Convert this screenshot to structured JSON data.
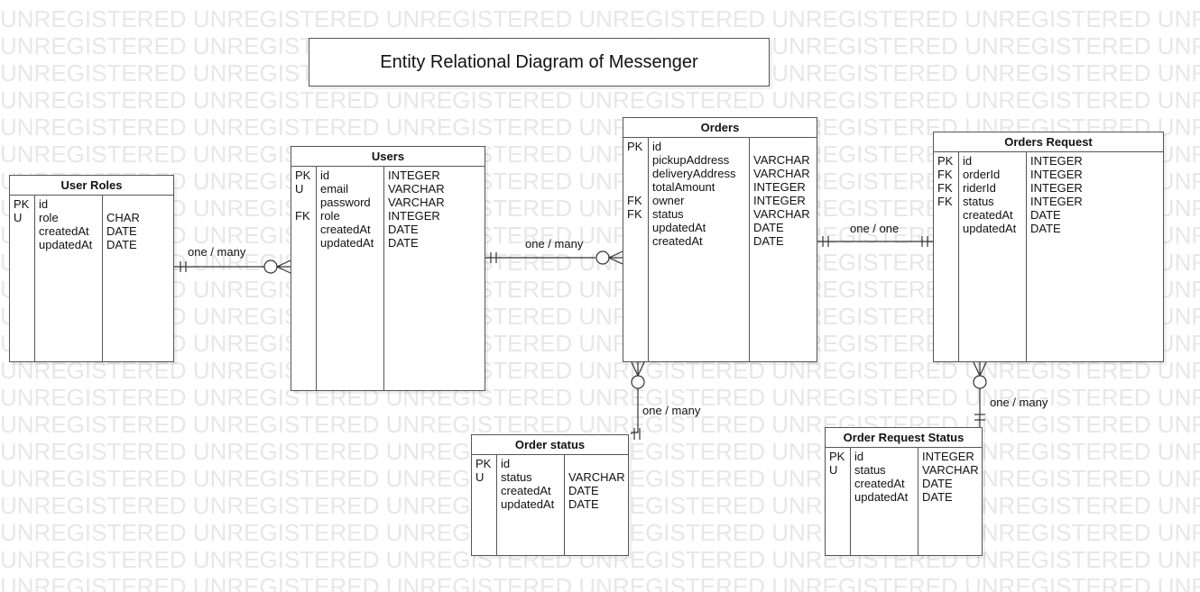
{
  "watermark": "UNREGISTERED",
  "title": "Entity Relational Diagram of Messenger",
  "entities": {
    "user_roles": {
      "name": "User Roles",
      "rows": [
        {
          "key": "PK",
          "field": "id",
          "type": ""
        },
        {
          "key": "U",
          "field": "role",
          "type": "CHAR"
        },
        {
          "key": "",
          "field": "createdAt",
          "type": "DATE"
        },
        {
          "key": "",
          "field": "updatedAt",
          "type": "DATE"
        }
      ]
    },
    "users": {
      "name": "Users",
      "rows": [
        {
          "key": "PK",
          "field": "id",
          "type": "INTEGER"
        },
        {
          "key": "U",
          "field": "email",
          "type": "VARCHAR"
        },
        {
          "key": "",
          "field": "password",
          "type": "VARCHAR"
        },
        {
          "key": "FK",
          "field": "role",
          "type": "INTEGER"
        },
        {
          "key": "",
          "field": "createdAt",
          "type": "DATE"
        },
        {
          "key": "",
          "field": "updatedAt",
          "type": "DATE"
        }
      ]
    },
    "orders": {
      "name": "Orders",
      "rows": [
        {
          "key": "PK",
          "field": "id",
          "type": ""
        },
        {
          "key": "",
          "field": "pickupAddress",
          "type": "VARCHAR"
        },
        {
          "key": "",
          "field": "deliveryAddress",
          "type": "VARCHAR"
        },
        {
          "key": "",
          "field": "totalAmount",
          "type": "INTEGER"
        },
        {
          "key": "FK",
          "field": "owner",
          "type": "INTEGER"
        },
        {
          "key": "FK",
          "field": "status",
          "type": "VARCHAR"
        },
        {
          "key": "",
          "field": "updatedAt",
          "type": "DATE"
        },
        {
          "key": "",
          "field": "createdAt",
          "type": "DATE"
        }
      ]
    },
    "orders_request": {
      "name": "Orders Request",
      "rows": [
        {
          "key": "PK",
          "field": "id",
          "type": "INTEGER"
        },
        {
          "key": "FK",
          "field": "orderId",
          "type": "INTEGER"
        },
        {
          "key": "FK",
          "field": "riderId",
          "type": "INTEGER"
        },
        {
          "key": "FK",
          "field": "status",
          "type": "INTEGER"
        },
        {
          "key": "",
          "field": "createdAt",
          "type": "DATE"
        },
        {
          "key": "",
          "field": "updatedAt",
          "type": "DATE"
        }
      ]
    },
    "order_status": {
      "name": "Order status",
      "rows": [
        {
          "key": "PK",
          "field": "id",
          "type": ""
        },
        {
          "key": "U",
          "field": "status",
          "type": "VARCHAR"
        },
        {
          "key": "",
          "field": "createdAt",
          "type": "DATE"
        },
        {
          "key": "",
          "field": "updatedAt",
          "type": "DATE"
        }
      ]
    },
    "order_request_status": {
      "name": "Order Request Status",
      "rows": [
        {
          "key": "PK",
          "field": "id",
          "type": "INTEGER"
        },
        {
          "key": "U",
          "field": "status",
          "type": "VARCHAR"
        },
        {
          "key": "",
          "field": "createdAt",
          "type": "DATE"
        },
        {
          "key": "",
          "field": "updatedAt",
          "type": "DATE"
        }
      ]
    }
  },
  "relationships": [
    {
      "id": "roles_users",
      "label": "one / many"
    },
    {
      "id": "users_orders",
      "label": "one / many"
    },
    {
      "id": "orders_request",
      "label": "one / one"
    },
    {
      "id": "orders_status",
      "label": "one / many"
    },
    {
      "id": "request_status",
      "label": "one / many"
    }
  ]
}
